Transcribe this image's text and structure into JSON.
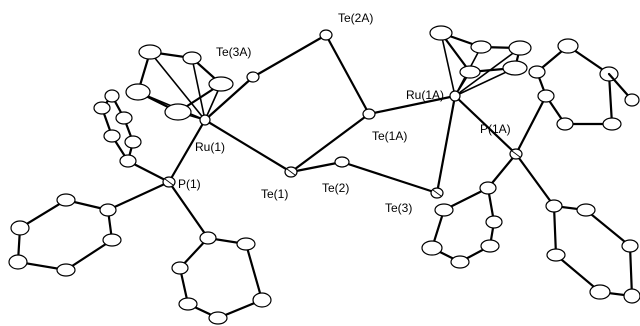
{
  "labels": {
    "te2a": "Te(2A)",
    "te3a": "Te(3A)",
    "ru1a": "Ru(1A)",
    "te1a": "Te(1A)",
    "p1a": "P(1A)",
    "ru1": "Ru(1)",
    "p1": "P(1)",
    "te1": "Te(1)",
    "te2": "Te(2)",
    "te3": "Te(3)"
  }
}
